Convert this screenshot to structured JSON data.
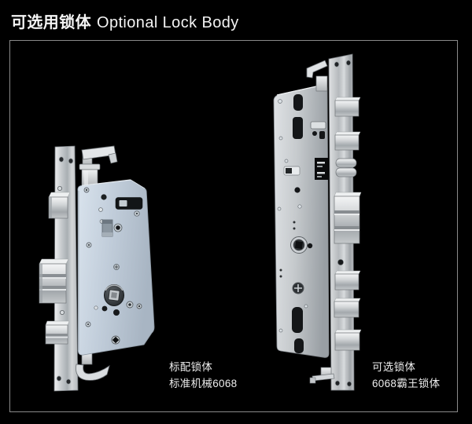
{
  "header": {
    "title_zh": "可选用锁体",
    "title_en": "Optional Lock Body"
  },
  "locks": {
    "standard": {
      "caption_line1": "标配锁体",
      "caption_line2": "标准机械6068"
    },
    "optional": {
      "caption_line1": "可选锁体",
      "caption_line2": "6068霸王锁体"
    }
  },
  "colors": {
    "background": "#000000",
    "panel_border": "#8a8a8a",
    "title_text": "#f4f4f4",
    "caption_text": "#ececec",
    "standard_case_blue": "#c2cedb",
    "optional_case_gray": "#c6cacd",
    "metal_highlight": "#eff1f2",
    "metal_shadow": "#9aa0a4"
  }
}
